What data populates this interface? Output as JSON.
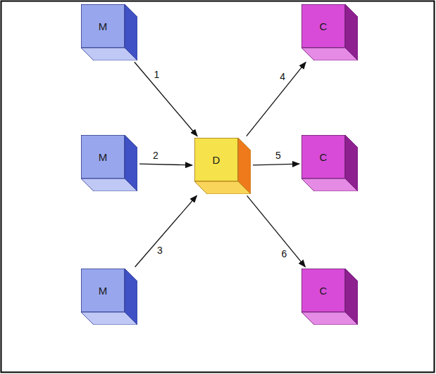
{
  "diagram": {
    "nodes": [
      {
        "text": [
          "M"
        ]
      },
      {
        "text": [
          "C"
        ]
      },
      {
        "text": [
          "M"
        ]
      },
      {
        "text": [
          "D"
        ]
      },
      {
        "text": [
          "C"
        ]
      },
      {
        "text": [
          "M"
        ]
      },
      {
        "text": [
          "C"
        ]
      }
    ],
    "edges": [
      {
        "from": 0,
        "to": 3,
        "arrow": "to",
        "label": "1"
      },
      {
        "from": 2,
        "to": 3,
        "arrow": "to",
        "label": "2"
      },
      {
        "from": 5,
        "to": 3,
        "arrow": "to",
        "label": "3"
      },
      {
        "from": 3,
        "to": 1,
        "arrow": "to",
        "label": "4"
      },
      {
        "from": 3,
        "to": 4,
        "arrow": "to",
        "label": "5"
      },
      {
        "from": 3,
        "to": 6,
        "arrow": "to",
        "label": "6"
      }
    ]
  }
}
